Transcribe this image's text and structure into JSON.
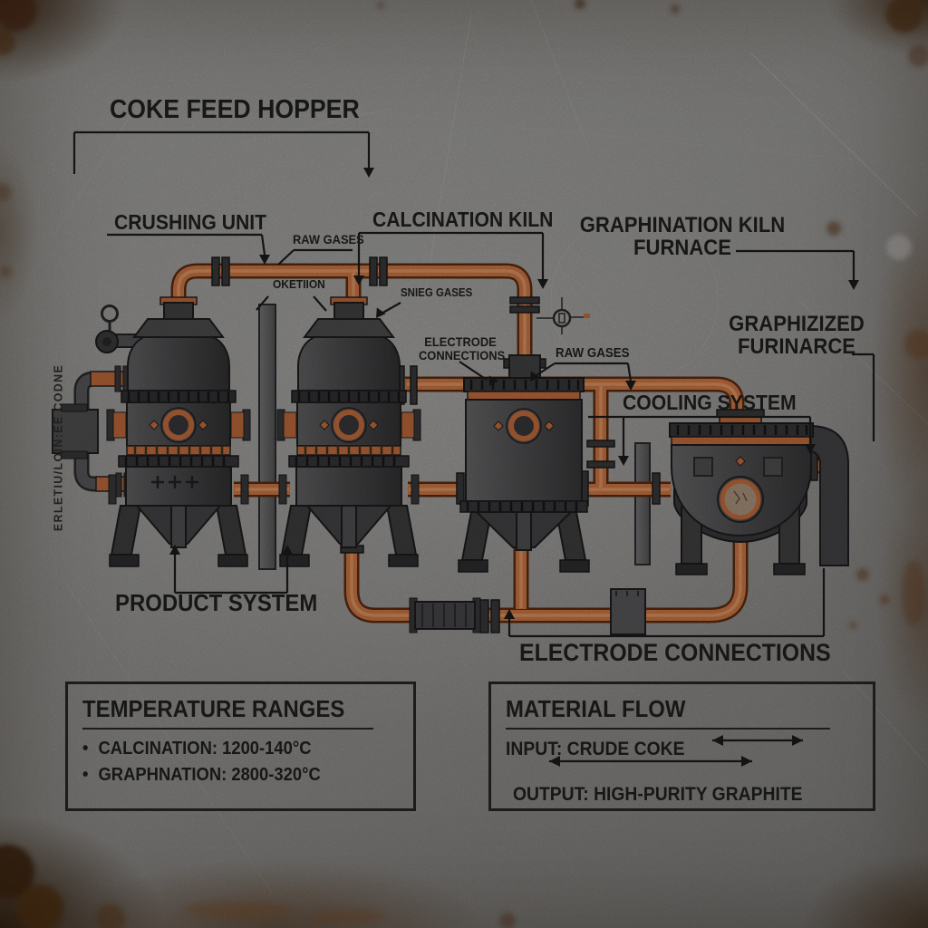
{
  "labels": {
    "coke_feed_hopper": "COKE FEED HOPPER",
    "crushing_unit": "CRUSHING UNIT",
    "calcination_kiln": "CALCINATION KILN",
    "graphination_kiln_line1": "GRAPHINATION KILN",
    "graphination_kiln_line2": "FURNACE",
    "raw_gases_top": "RAW GASES",
    "oketiion": "OKETIION",
    "snieg_gases": "SNIEG GASES",
    "electrode_mid_line1": "ELECTRODE",
    "electrode_mid_line2": "CONNECTIONS",
    "raw_gases_mid": "RAW GASES",
    "graphizized_line1": "GRAPHIZIZED",
    "graphizized_line2": "FURINARCE",
    "cooling_system": "COOLING SYSTEM",
    "product_system": "PRODUCT SYSTEM",
    "electrode_connections_bottom": "ELECTRODE CONNECTIONS",
    "side_vertical": "ERLETIU/LOIN:EE CODNE"
  },
  "temperature_box": {
    "title": "TEMPERATURE RANGES",
    "bullet": "•",
    "items": [
      "CALCINATION: 1200-140°C",
      "GRAPHNATION: 2800-320°C"
    ]
  },
  "material_box": {
    "title": "MATERIAL FLOW",
    "input": "INPUT: CRUDE COKE",
    "output": "OUTPUT: HIGH-PURITY GRAPHITE"
  },
  "icons": {
    "gauge_left": "pressure-gauge",
    "gauge_mid": "flow-gauge"
  },
  "colors": {
    "pipe_orange": "#d07a48",
    "pipe_outline": "#5e2c10",
    "accent_orange": "#c96f3e",
    "equipment_gray": "#48484a",
    "label_ink": "#1b1b1b",
    "rust": "#6b4226"
  }
}
